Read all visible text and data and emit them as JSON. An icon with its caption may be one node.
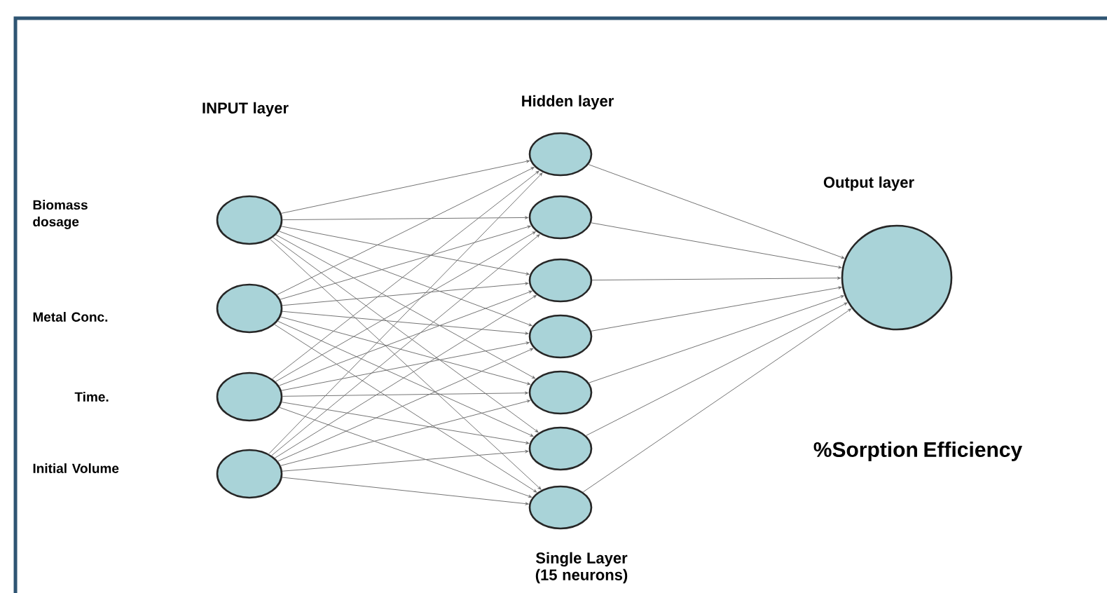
{
  "diagram": {
    "nodes": [
      {
        "text": [],
        "shape": "circle"
      },
      {
        "text": [],
        "shape": "circle"
      },
      {
        "text": [],
        "shape": "circle"
      },
      {
        "text": [],
        "shape": "circle"
      },
      {
        "text": [],
        "shape": "circle"
      },
      {
        "text": [],
        "shape": "circle"
      },
      {
        "text": [],
        "shape": "circle"
      },
      {
        "text": [],
        "shape": "circle"
      },
      {
        "text": [],
        "shape": "circle"
      },
      {
        "text": [],
        "shape": "circle"
      },
      {
        "text": [],
        "shape": "circle"
      },
      {
        "text": [],
        "shape": "circle"
      }
    ],
    "edges": [
      {
        "from": 0,
        "to": 4,
        "arrow": "to"
      },
      {
        "from": 0,
        "to": 5,
        "arrow": "to"
      },
      {
        "from": 0,
        "to": 6,
        "arrow": "to"
      },
      {
        "from": 0,
        "to": 7,
        "arrow": "to"
      },
      {
        "from": 0,
        "to": 8,
        "arrow": "to"
      },
      {
        "from": 0,
        "to": 9,
        "arrow": "to"
      },
      {
        "from": 0,
        "to": 10,
        "arrow": "to"
      },
      {
        "from": 1,
        "to": 4,
        "arrow": "to"
      },
      {
        "from": 1,
        "to": 5,
        "arrow": "to"
      },
      {
        "from": 1,
        "to": 6,
        "arrow": "to"
      },
      {
        "from": 1,
        "to": 7,
        "arrow": "to"
      },
      {
        "from": 1,
        "to": 8,
        "arrow": "to"
      },
      {
        "from": 1,
        "to": 9,
        "arrow": "to"
      },
      {
        "from": 1,
        "to": 10,
        "arrow": "to"
      },
      {
        "from": 2,
        "to": 4,
        "arrow": "to"
      },
      {
        "from": 2,
        "to": 5,
        "arrow": "to"
      },
      {
        "from": 2,
        "to": 6,
        "arrow": "to"
      },
      {
        "from": 2,
        "to": 7,
        "arrow": "to"
      },
      {
        "from": 2,
        "to": 8,
        "arrow": "to"
      },
      {
        "from": 2,
        "to": 9,
        "arrow": "to"
      },
      {
        "from": 2,
        "to": 10,
        "arrow": "to"
      },
      {
        "from": 3,
        "to": 4,
        "arrow": "to"
      },
      {
        "from": 3,
        "to": 5,
        "arrow": "to"
      },
      {
        "from": 3,
        "to": 6,
        "arrow": "to"
      },
      {
        "from": 3,
        "to": 7,
        "arrow": "to"
      },
      {
        "from": 3,
        "to": 8,
        "arrow": "to"
      },
      {
        "from": 3,
        "to": 9,
        "arrow": "to"
      },
      {
        "from": 3,
        "to": 10,
        "arrow": "to"
      },
      {
        "from": 4,
        "to": 11,
        "arrow": "to"
      },
      {
        "from": 5,
        "to": 11,
        "arrow": "to"
      },
      {
        "from": 6,
        "to": 11,
        "arrow": "to"
      },
      {
        "from": 7,
        "to": 11,
        "arrow": "to"
      },
      {
        "from": 8,
        "to": 11,
        "arrow": "to"
      },
      {
        "from": 9,
        "to": 11,
        "arrow": "to"
      },
      {
        "from": 10,
        "to": 11,
        "arrow": "to"
      }
    ],
    "labels": [
      "INPUT layer",
      "Hidden layer",
      "Output layer",
      "Biomass dosage",
      "Metal Conc.",
      "Time.",
      "Initial Volume",
      "%Sorption Efficiency",
      "Single Layer (15 neurons)"
    ]
  }
}
